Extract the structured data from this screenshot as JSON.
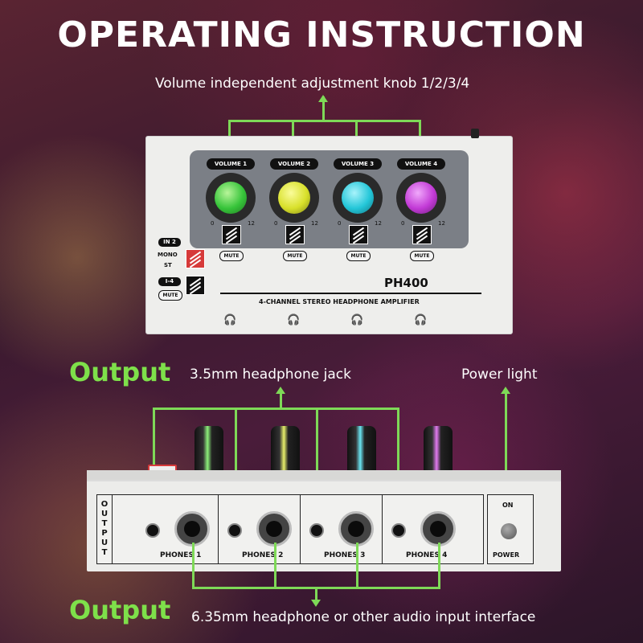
{
  "title": "OPERATING INSTRUCTION",
  "top_callout": "Volume independent adjustment knob 1/2/3/4",
  "panel": {
    "channels": [
      {
        "label": "VOLUME 1",
        "color": "#37c43a",
        "scale_min": "0",
        "scale_max": "12",
        "mute": "MUTE"
      },
      {
        "label": "VOLUME 2",
        "color": "#d8e02a",
        "scale_min": "0",
        "scale_max": "12",
        "mute": "MUTE"
      },
      {
        "label": "VOLUME 3",
        "color": "#23c6d8",
        "scale_min": "0",
        "scale_max": "12",
        "mute": "MUTE"
      },
      {
        "label": "VOLUME 4",
        "color": "#c23ad6",
        "scale_min": "0",
        "scale_max": "12",
        "mute": "MUTE"
      }
    ],
    "in2": "IN 2",
    "mono": "MONO",
    "st": "ST",
    "i14": "I-4",
    "mute_left": "MUTE",
    "model": "PH400",
    "subtitle": "4-CHANNEL STEREO HEADPHONE AMPLIFIER",
    "headphone_icon": "headphones-icon"
  },
  "output_label_top": "Output",
  "jack_callout": "3.5mm headphone jack",
  "power_callout": "Power light",
  "device": {
    "output_vertical": "OUTPUT",
    "phones": [
      "PHONES 1",
      "PHONES 2",
      "PHONES 3",
      "PHONES 4"
    ],
    "on": "ON",
    "power": "POWER"
  },
  "output_label_bottom": "Output",
  "bottom_callout": "6.35mm headphone or other audio input interface",
  "colors": {
    "callout_line": "#7ed957",
    "accent_green": "#7ee04a"
  }
}
